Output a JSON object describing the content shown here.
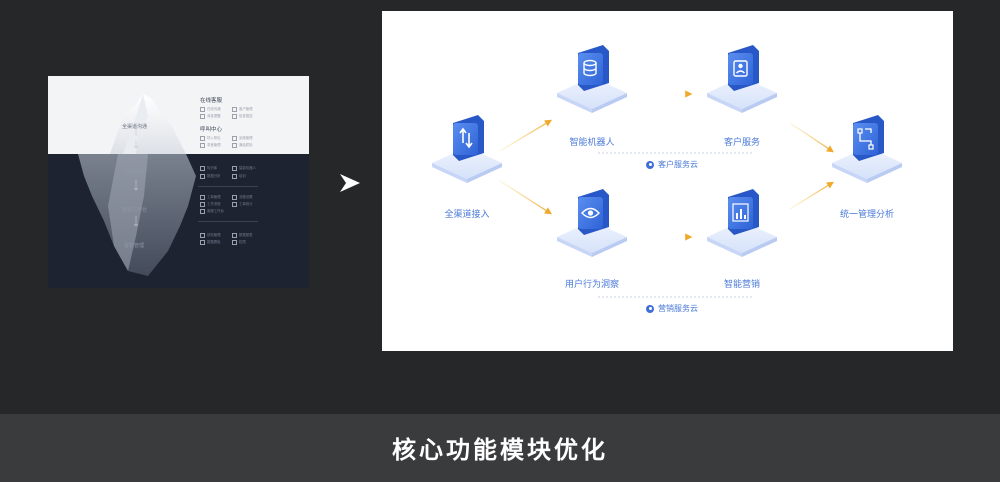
{
  "caption": "核心功能模块优化",
  "colors": {
    "stage_bg": "#262728",
    "caption_bg": "#3a3b3d",
    "accent_blue": "#3f6fd7",
    "node_blue": "#4a79d8",
    "connector_orange": "#f2b53a"
  },
  "thumbnail": {
    "iceberg_levels": [
      "全渠道沟通",
      "智能服务",
      "客服工作台",
      "客服管理"
    ],
    "section_online": {
      "title": "在线客服",
      "items": [
        "在线沟通",
        "客户管理",
        "消息提醒",
        "信息推送"
      ]
    },
    "section_call": {
      "title": "呼叫中心",
      "items": [
        "呼入呼出",
        "坐席管理",
        "录音管理",
        "通话质检"
      ]
    },
    "groups": [
      [
        "知识库",
        "智能机器人",
        "数据分析",
        "培训"
      ],
      [
        "工单管理",
        "流程设置",
        "工作流程",
        "工单统计",
        "客服工作台"
      ],
      [
        "绩效管理",
        "数据报表",
        "数据看板",
        "权限"
      ]
    ]
  },
  "diagram": {
    "nodes": {
      "omni": "全渠道接入",
      "robot": "智能机器人",
      "service": "客户服务",
      "behavior": "用户行为洞察",
      "marketing": "智能营销",
      "analysis": "统一管理分析"
    },
    "groups": {
      "service_cloud": "客户服务云",
      "marketing_cloud": "营销服务云"
    },
    "icons": {
      "omni": "transfer-arrows-icon",
      "robot": "database-icon",
      "service": "person-card-icon",
      "behavior": "eye-icon",
      "marketing": "bar-chart-icon",
      "analysis": "flow-icon"
    }
  }
}
